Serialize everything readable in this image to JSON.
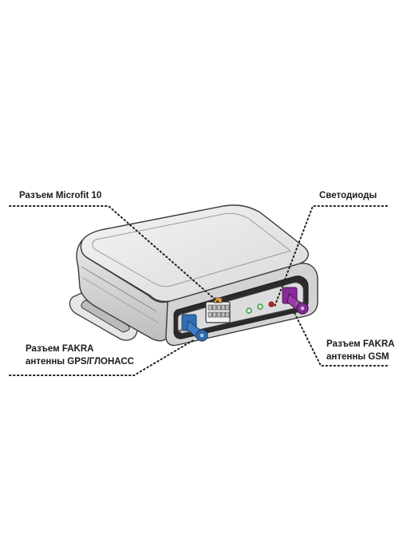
{
  "labels": {
    "microfit": "Разъем Microfit 10",
    "leds": "Светодиоды",
    "fakra_gps_line1": "Разъем FAKRA",
    "fakra_gps_line2": "антенны GPS/ГЛОНАСС",
    "fakra_gsm_line1": "Разъем FAKRA",
    "fakra_gsm_line2": "антенны GSM"
  },
  "colors": {
    "background": "#ffffff",
    "body": "#e4e4e4",
    "outline": "#3a3a3a",
    "gps_connector": "#2f6fb5",
    "gsm_connector": "#8a2a9a",
    "microfit_connector": "#e39a3c",
    "led_green": "#2a9a3a",
    "led_red": "#c82020",
    "leader_line": "#222222"
  },
  "icons": {
    "device": "gps-tracker-device-icon"
  }
}
